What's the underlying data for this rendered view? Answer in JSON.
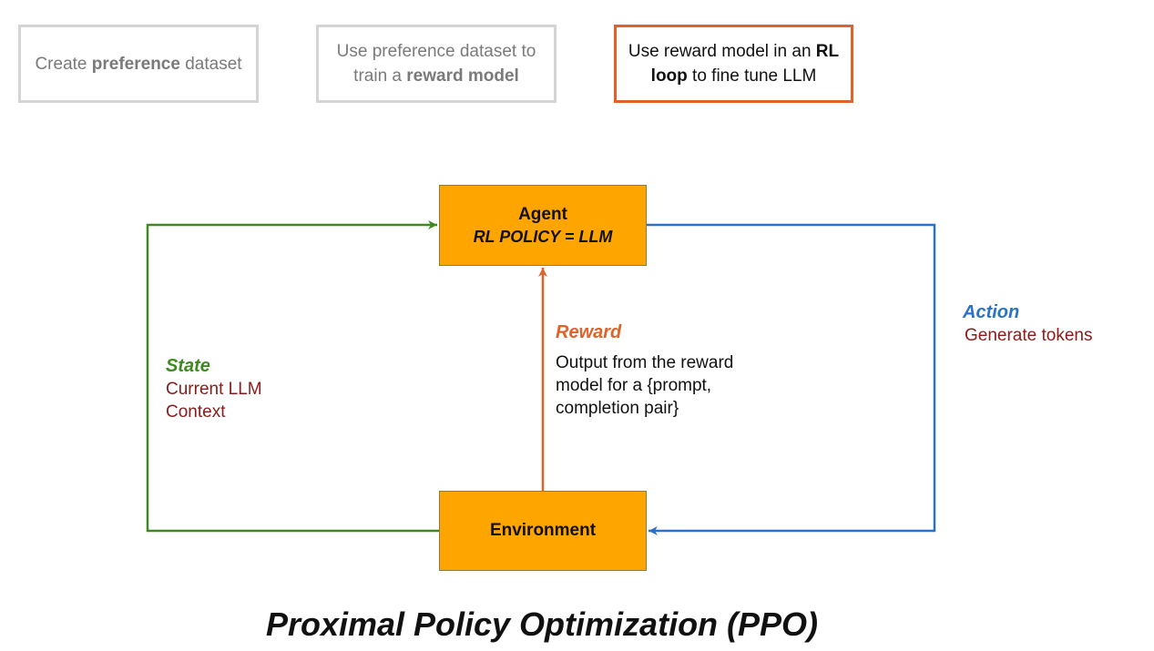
{
  "steps": [
    {
      "pre": "Create ",
      "bold": "preference",
      "post": " dataset"
    },
    {
      "pre": "Use preference dataset to train a ",
      "bold": "reward model",
      "post": ""
    },
    {
      "pre": "Use reward model in an ",
      "bold": "RL loop",
      "post": " to fine tune LLM"
    }
  ],
  "agent": {
    "label": "Agent",
    "policy": "RL POLICY = LLM"
  },
  "environment": {
    "label": "Environment"
  },
  "state": {
    "heading": "State",
    "line1": "Current LLM",
    "line2": "Context"
  },
  "action": {
    "heading": "Action",
    "text": "Generate tokens"
  },
  "reward": {
    "heading": "Reward",
    "text": "Output from the reward model for a {prompt, completion pair}"
  },
  "title": "Proximal Policy Optimization (PPO)",
  "colors": {
    "state": "#3d8b1f",
    "action": "#2b73c2",
    "reward": "#e0622b",
    "box": "#ffa500",
    "active_border": "#e0622b"
  }
}
